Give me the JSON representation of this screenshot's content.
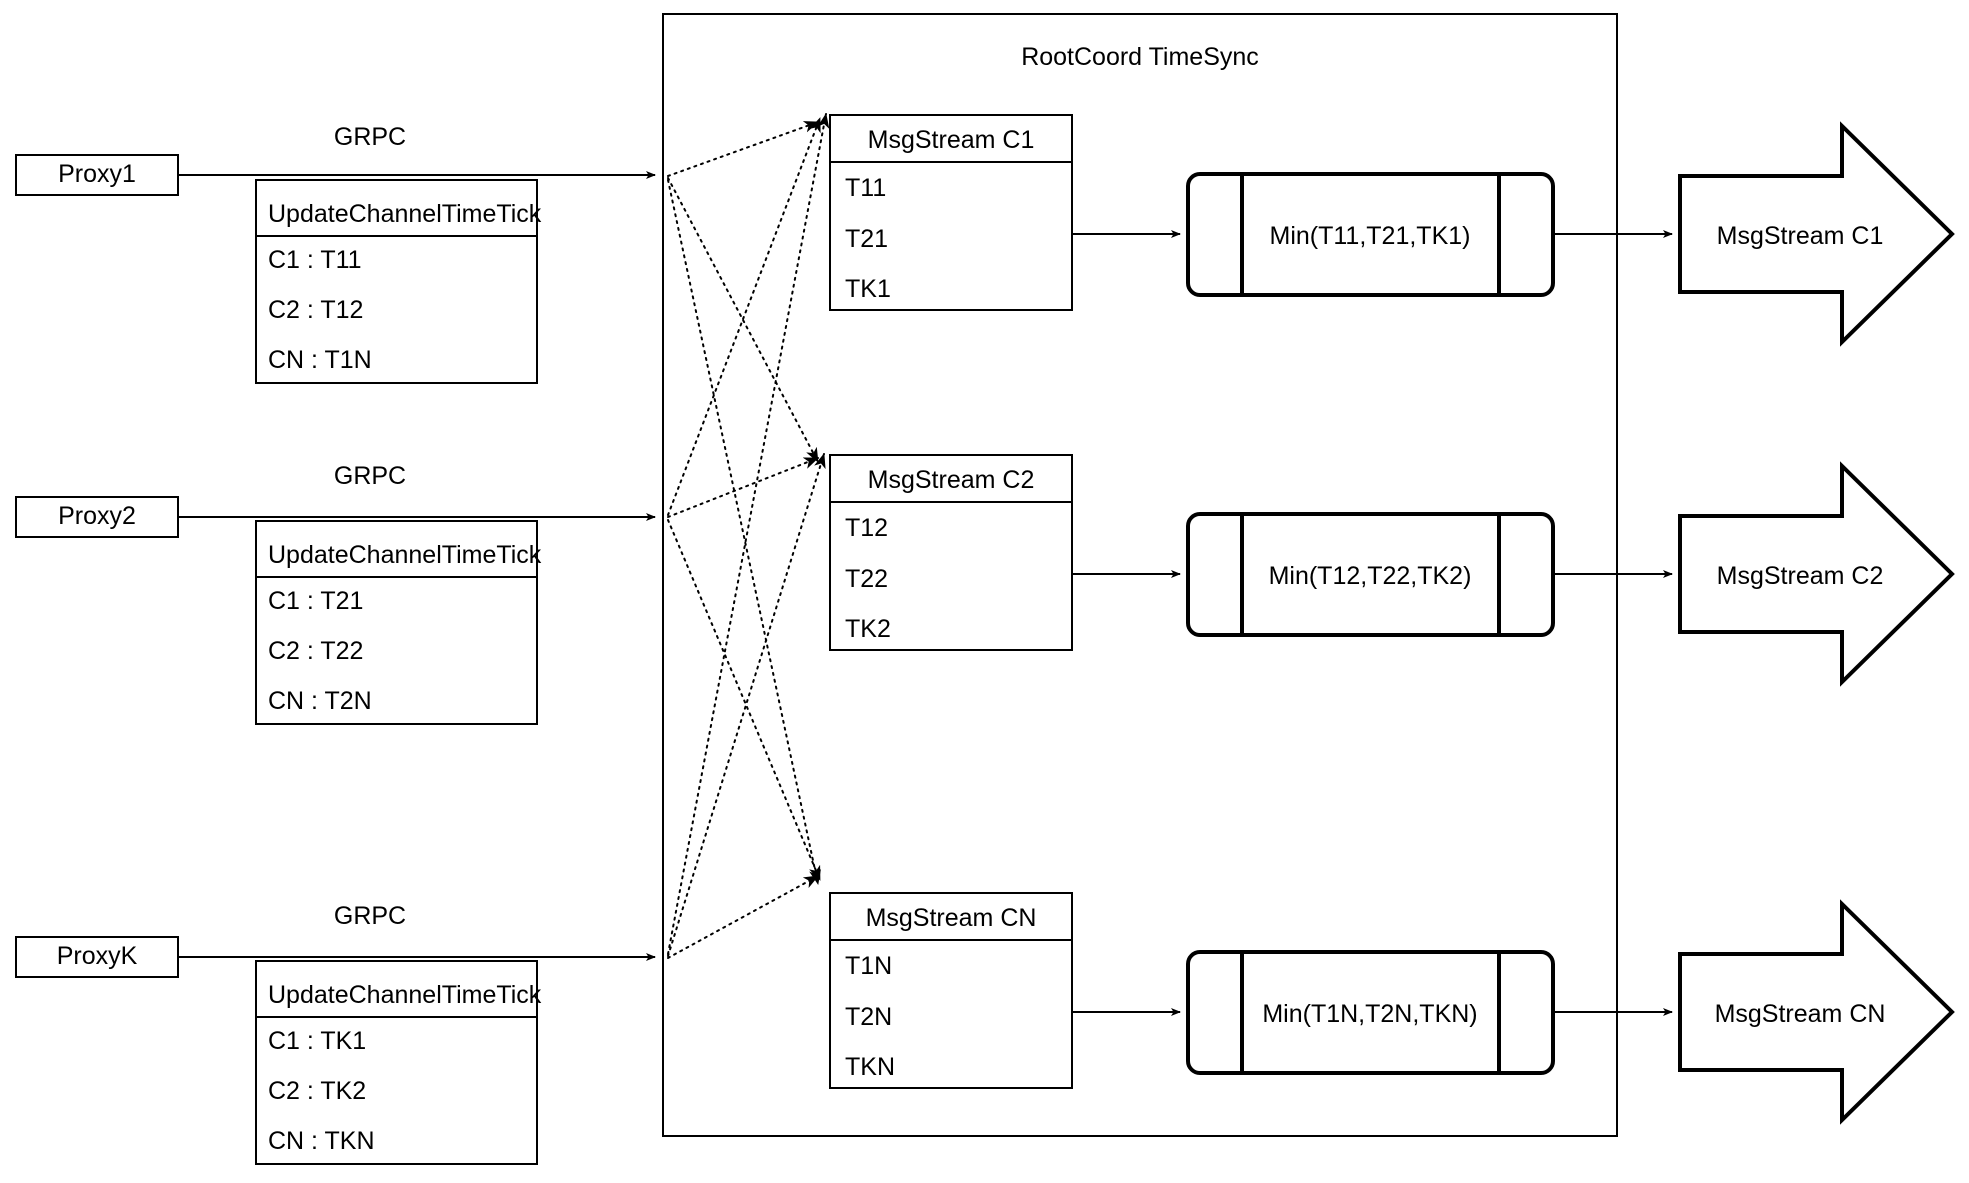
{
  "container": {
    "title": "RootCoord TimeSync"
  },
  "proxies": [
    {
      "name": "Proxy1",
      "link_label": "GRPC",
      "request": {
        "title": "UpdateChannelTimeTick",
        "rows": [
          "C1 :  T11",
          "C2 :  T12",
          "CN : T1N"
        ]
      }
    },
    {
      "name": "Proxy2",
      "link_label": "GRPC",
      "request": {
        "title": "UpdateChannelTimeTick",
        "rows": [
          "C1 :  T21",
          "C2 :  T22",
          "CN : T2N"
        ]
      }
    },
    {
      "name": "ProxyK",
      "link_label": "GRPC",
      "request": {
        "title": "UpdateChannelTimeTick",
        "rows": [
          "C1 :  TK1",
          "C2 :  TK2",
          "CN : TKN"
        ]
      }
    }
  ],
  "channels": [
    {
      "stream": {
        "title": "MsgStream C1",
        "rows": [
          "T11",
          "T21",
          "TK1"
        ]
      },
      "process": {
        "label": "Min(T11,T21,TK1)"
      },
      "output": {
        "label": "MsgStream C1"
      }
    },
    {
      "stream": {
        "title": "MsgStream C2",
        "rows": [
          "T12",
          "T22",
          "TK2"
        ]
      },
      "process": {
        "label": "Min(T12,T22,TK2)"
      },
      "output": {
        "label": "MsgStream C2"
      }
    },
    {
      "stream": {
        "title": "MsgStream CN",
        "rows": [
          "T1N",
          "T2N",
          "TKN"
        ]
      },
      "process": {
        "label": "Min(T1N,T2N,TKN)"
      },
      "output": {
        "label": "MsgStream CN"
      }
    }
  ],
  "colors": {
    "stroke": "#000000",
    "fill": "#ffffff"
  }
}
